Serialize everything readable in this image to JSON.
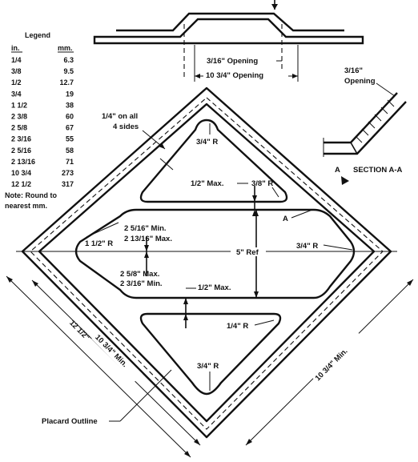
{
  "legend": {
    "title": "Legend",
    "col_in": "in.",
    "col_mm": "mm.",
    "rows": [
      {
        "in": "1/4",
        "mm": "6.3"
      },
      {
        "in": "3/8",
        "mm": "9.5"
      },
      {
        "in": "1/2",
        "mm": "12.7"
      },
      {
        "in": "3/4",
        "mm": "19"
      },
      {
        "in": "1 1/2",
        "mm": "38"
      },
      {
        "in": "2 3/8",
        "mm": "60"
      },
      {
        "in": "2 5/8",
        "mm": "67"
      },
      {
        "in": "2 3/16",
        "mm": "55"
      },
      {
        "in": "2 5/16",
        "mm": "58"
      },
      {
        "in": "2 13/16",
        "mm": "71"
      },
      {
        "in": "10 3/4",
        "mm": "273"
      },
      {
        "in": "12 1/2",
        "mm": "317"
      }
    ],
    "note_line1": "Note:  Round to",
    "note_line2": "nearest mm."
  },
  "labels": {
    "top_opening": "3/16\" Opening",
    "top_width": "10 3/4\" Opening",
    "side_opening_1": "3/16\"",
    "side_opening_2": "Opening",
    "section_title": "SECTION A-A",
    "section_mark": "A",
    "quarter_all_1": "1/4\" on all",
    "quarter_all_2": "4 sides",
    "r_top": "3/4\" R",
    "half_max_top": "1/2\" Max.",
    "r_3_8": "3/8\" R",
    "min_2_5_16": "2  5/16\" Min.",
    "max_2_13_16": "2  13/16\" Max.",
    "r_1_1_2": "1  1/2\" R",
    "five_ref": "5\" Ref",
    "r_right": "3/4\" R",
    "max_2_5_8": "2  5/8\" Max.",
    "min_2_3_16": "2  3/16\" Min.",
    "half_max_bottom": "1/2\" Max.",
    "r_quarter": "1/4\" R",
    "r_bottom": "3/4\" R",
    "dim_12_half": "12  1/2\"",
    "dim_10_3_4_left": "10  3/4\" Min.",
    "dim_10_3_4_right": "10  3/4\" Min.",
    "placard_outline": "Placard Outline"
  }
}
